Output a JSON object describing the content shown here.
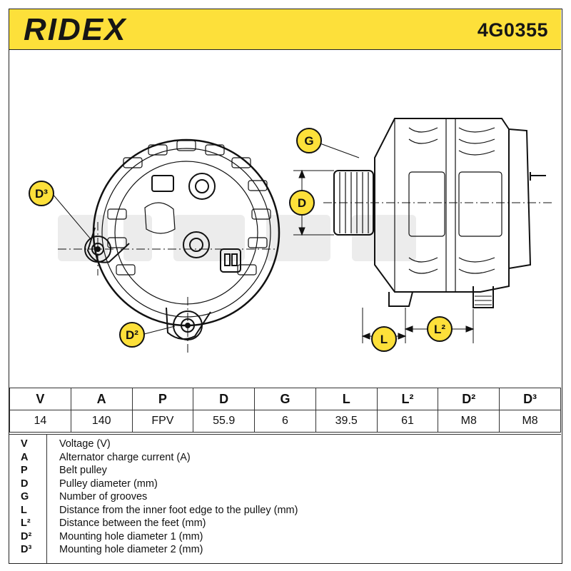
{
  "header": {
    "brand": "RIDEX",
    "part_number": "4G0355"
  },
  "drawing": {
    "labels": {
      "d3": "D³",
      "d2": "D²",
      "g": "G",
      "d": "D",
      "l": "L",
      "l2": "L²"
    },
    "badge_color": "#fde03a"
  },
  "specs": {
    "columns": [
      "V",
      "A",
      "P",
      "D",
      "G",
      "L",
      "L²",
      "D²",
      "D³"
    ],
    "values": [
      "14",
      "140",
      "FPV",
      "55.9",
      "6",
      "39.5",
      "61",
      "M8",
      "M8"
    ]
  },
  "legend": [
    {
      "key": "V",
      "desc": "Voltage (V)"
    },
    {
      "key": "A",
      "desc": "Alternator charge current (A)"
    },
    {
      "key": "P",
      "desc": "Belt pulley"
    },
    {
      "key": "D",
      "desc": "Pulley diameter (mm)"
    },
    {
      "key": "G",
      "desc": "Number of grooves"
    },
    {
      "key": "L",
      "desc": "Distance from the inner foot edge to the pulley (mm)"
    },
    {
      "key": "L²",
      "desc": "Distance between the feet (mm)"
    },
    {
      "key": "D²",
      "desc": "Mounting hole diameter 1 (mm)"
    },
    {
      "key": "D³",
      "desc": "Mounting hole diameter 2 (mm)"
    }
  ]
}
